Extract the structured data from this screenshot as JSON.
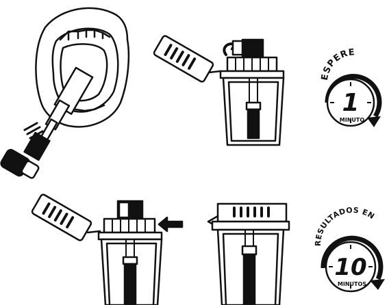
{
  "timer_1": {
    "top_label": "ESPERE",
    "number": "1",
    "unit": "MINUTO"
  },
  "timer_2": {
    "top_label": "RESULTADOS EN",
    "number": "10",
    "unit": "MINUTOS"
  },
  "colors": {
    "ink": "#111111",
    "paper": "#ffffff"
  }
}
